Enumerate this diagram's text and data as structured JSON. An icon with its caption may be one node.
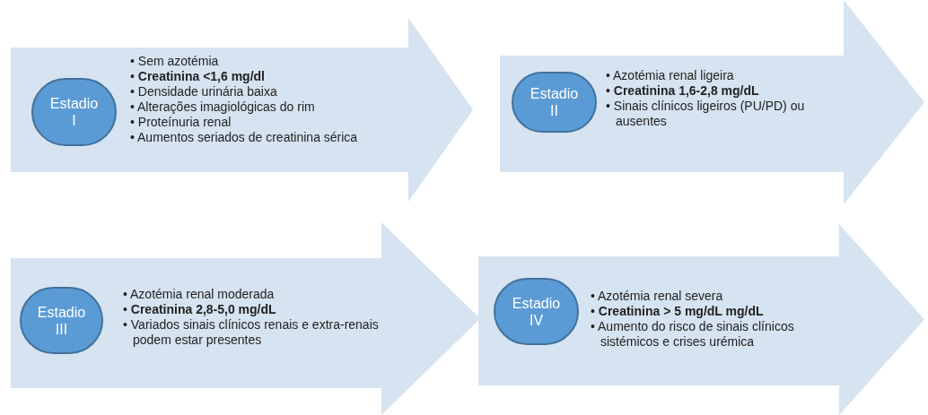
{
  "diagram": {
    "nodes": [
      {
        "text": [
          "• Sem azotémia",
          "• **Creatinina <1,6 mg/dl**",
          "• Densidade urinária baixa",
          "• Alterações imagiológicas do rim",
          "• Proteínuria renal",
          "• Aumentos seriados de creatinina sérica"
        ]
      },
      {
        "text": [
          "Estadio I"
        ],
        "in": 0
      },
      {
        "text": [
          "• Azotémia renal ligeira",
          "• **Creatinina 1,6-2,8 mg/dL**",
          "• Sinais clínicos ligeiros (PU/PD) ou ausentes"
        ]
      },
      {
        "text": [
          "Estadio II"
        ],
        "in": 2
      },
      {
        "text": [
          "• Azotémia renal moderada",
          "• **Creatinina 2,8-5,0 mg/dL**",
          "• Variados sinais clínicos renais e extra-renais podem estar presentes"
        ]
      },
      {
        "text": [
          "Estadio III"
        ],
        "in": 4
      },
      {
        "text": [
          "• Azotémia renal severa",
          "• **Creatinina > 5 mg/dL mg/dL**",
          "• Aumento do risco de sinais clínicos sistémicos e crises urémica"
        ]
      },
      {
        "text": [
          "Estadio IV"
        ],
        "in": 6
      }
    ]
  }
}
